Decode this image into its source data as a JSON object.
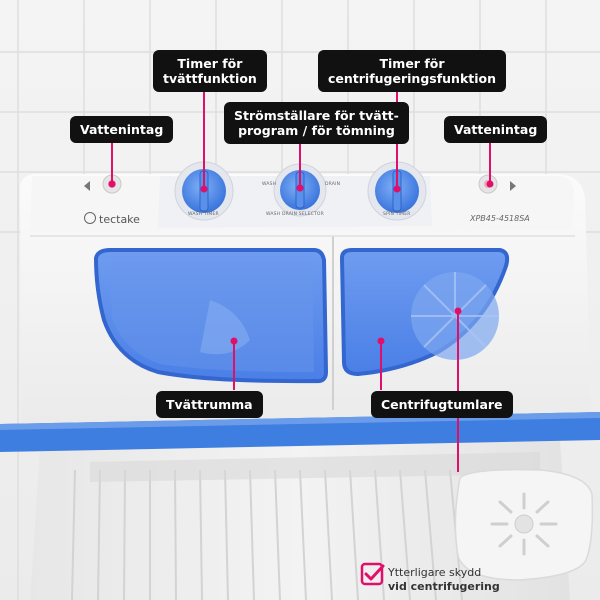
{
  "callouts": [
    {
      "id": "vattenintag-left",
      "lines": [
        "Vattenintag"
      ]
    },
    {
      "id": "timer-tvatt",
      "lines": [
        "Timer för",
        "tvättfunktion"
      ]
    },
    {
      "id": "stromstallare",
      "lines": [
        "Strömställare för tvätt-",
        "program / för tömning"
      ]
    },
    {
      "id": "timer-centrifug",
      "lines": [
        "Timer för",
        "centrifugeringsfunktion"
      ]
    },
    {
      "id": "vattenintag-right",
      "lines": [
        "Vattenintag"
      ]
    },
    {
      "id": "tvattrumma",
      "lines": [
        "Tvättrumma"
      ]
    },
    {
      "id": "centrifugtumlare",
      "lines": [
        "Centrifugtumlare"
      ]
    }
  ],
  "panel": {
    "brand": "tectake",
    "model": "XPB45-4518SA",
    "wash_timer_label": "WASH TIMER",
    "selector_label": "WASH DRAIN SELECTOR",
    "spin_timer_label": "SPIN TIMER",
    "selector_left": "WASH",
    "selector_right": "DRAIN"
  },
  "extra": {
    "line1": "Ytterligare skydd",
    "line2": "vid centrifugering"
  },
  "colors": {
    "accent": "#e0106a",
    "label_bg": "#111111",
    "knob_blue": "#4a86e8",
    "window_blue": "#3b74e6",
    "stripe_blue": "#3d7ee0"
  }
}
